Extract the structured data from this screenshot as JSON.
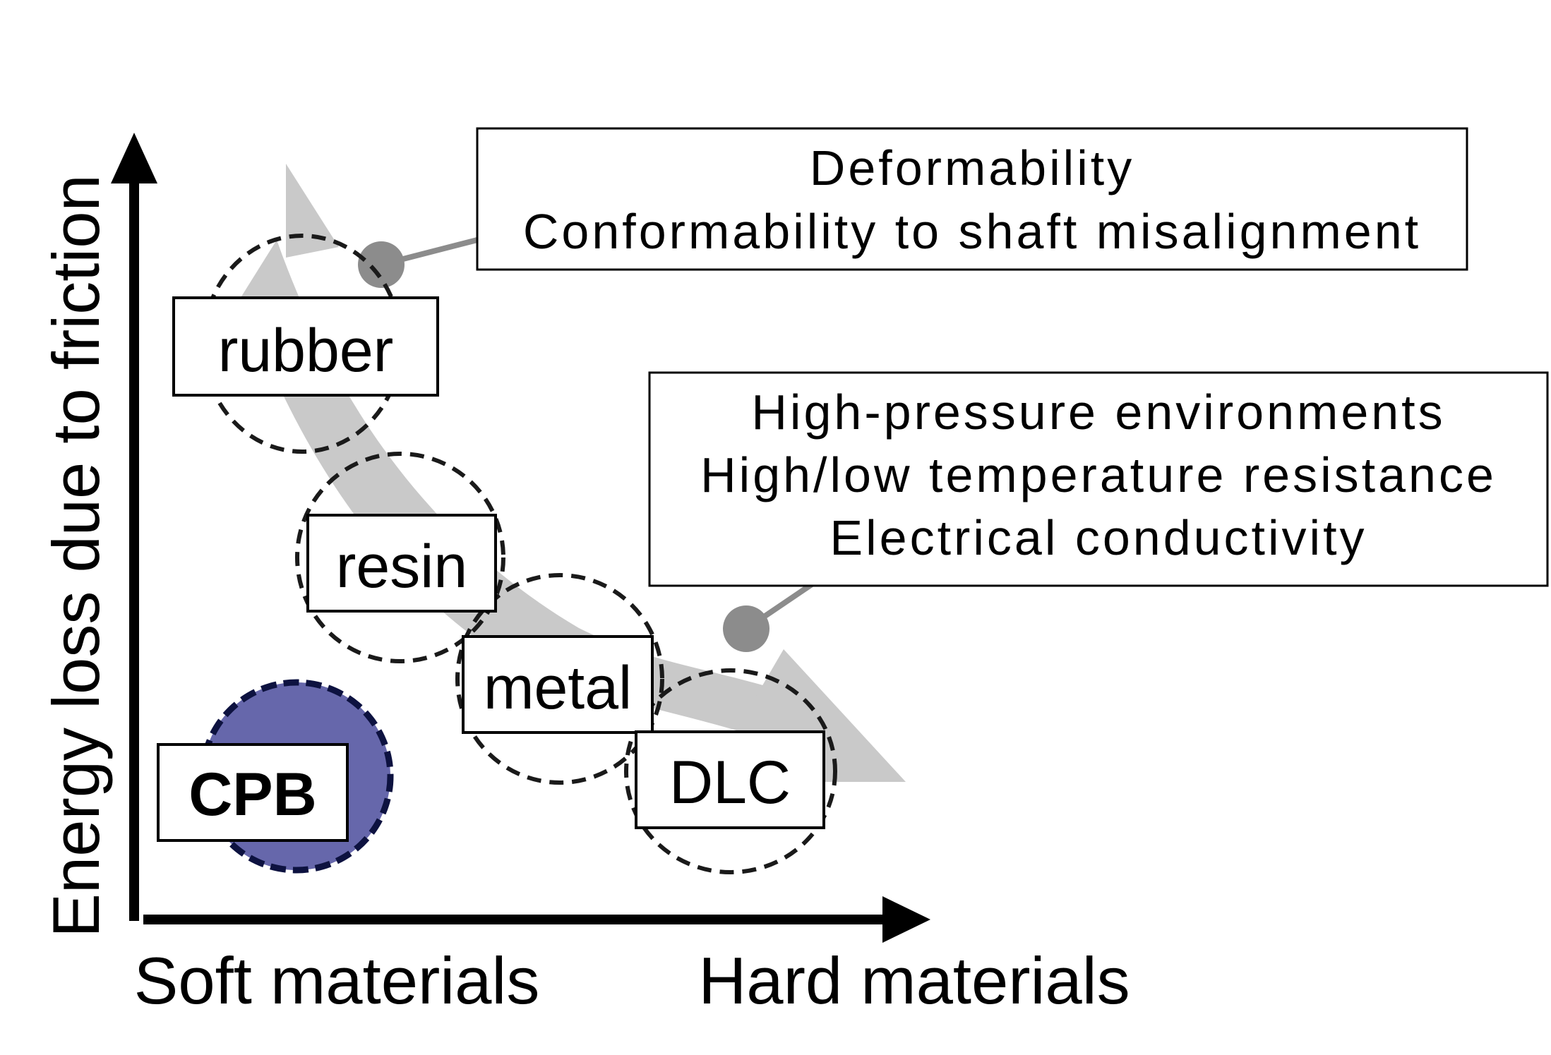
{
  "diagram": {
    "y_axis_label": "Energy loss due to friction",
    "x_axis_left_label": "Soft materials",
    "x_axis_right_label": "Hard materials",
    "materials": [
      {
        "id": "rubber",
        "label": "rubber"
      },
      {
        "id": "resin",
        "label": "resin"
      },
      {
        "id": "metal",
        "label": "metal"
      },
      {
        "id": "dlc",
        "label": "DLC"
      }
    ],
    "highlight": {
      "label": "CPB",
      "fill_color": "#6667ab",
      "border_color": "#0d1240"
    },
    "callouts": {
      "soft_side": [
        "Deformability",
        "Conformability to shaft misalignment"
      ],
      "hard_side": [
        "High-pressure environments",
        "High/low temperature resistance",
        "Electrical conductivity"
      ]
    },
    "colors": {
      "trend_arrow": "#c9c9c9",
      "callout_marker": "#8c8c8c"
    }
  }
}
